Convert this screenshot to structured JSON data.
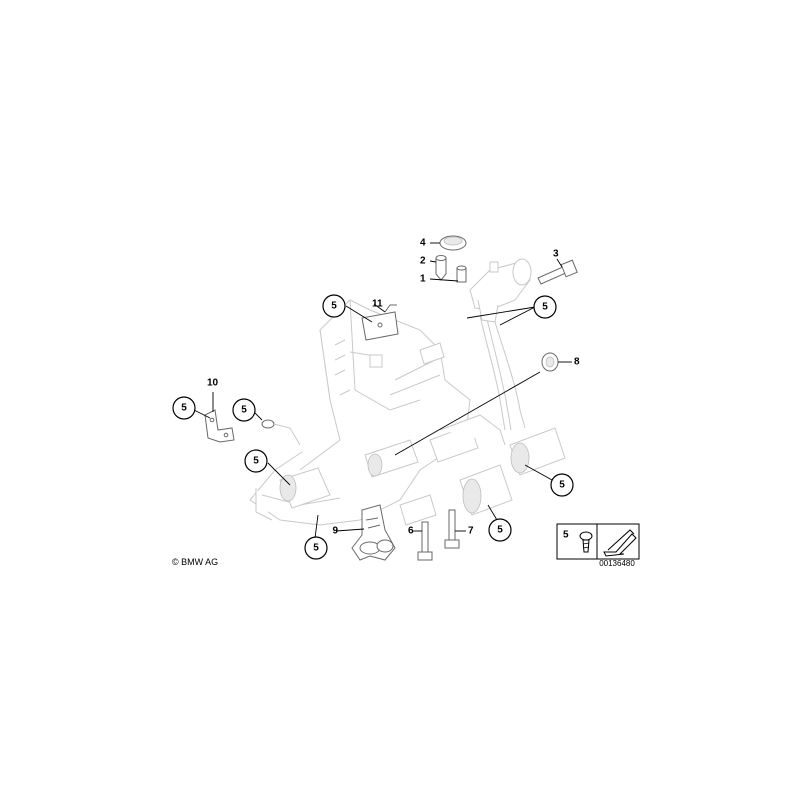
{
  "callouts": {
    "c5_11": "5",
    "n11": "11",
    "n4": "4",
    "n2": "2",
    "n1": "1",
    "n3": "3",
    "c5_top_right": "5",
    "n8": "8",
    "n10": "10",
    "c5_left": "5",
    "c5_left2": "5",
    "c5_mid_left": "5",
    "c5_right": "5",
    "n9": "9",
    "n6": "6",
    "n7": "7",
    "c5_bottom_mid": "5",
    "c5_bottom_left": "5"
  },
  "legend": {
    "number": "5",
    "doc_number": "00136480"
  },
  "copyright": "© BMW AG"
}
